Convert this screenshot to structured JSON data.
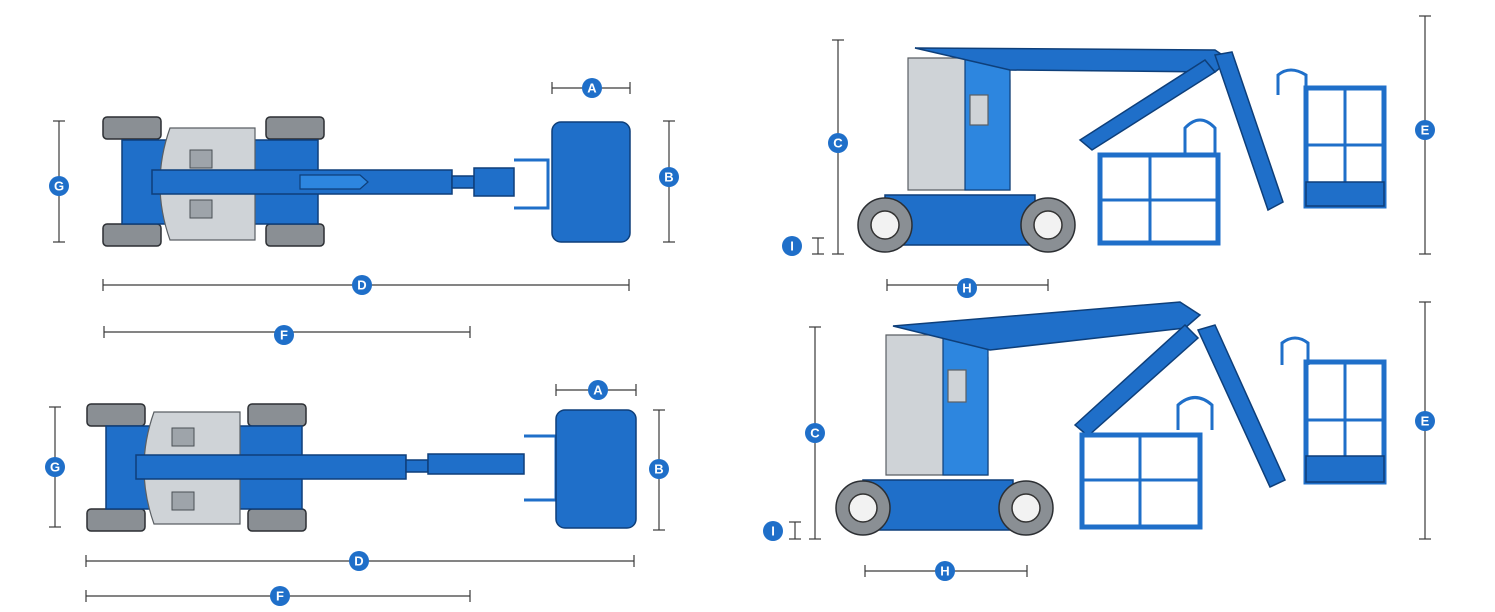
{
  "colors": {
    "brand_blue": "#1f6fc9",
    "outline": "#0e3f7a",
    "body_grey": "#cfd3d7",
    "dimension_line": "#3a3a3a"
  },
  "labels": {
    "A": "A",
    "B": "B",
    "C": "C",
    "D": "D",
    "E": "E",
    "F": "F",
    "G": "G",
    "H": "H",
    "I": "I"
  }
}
